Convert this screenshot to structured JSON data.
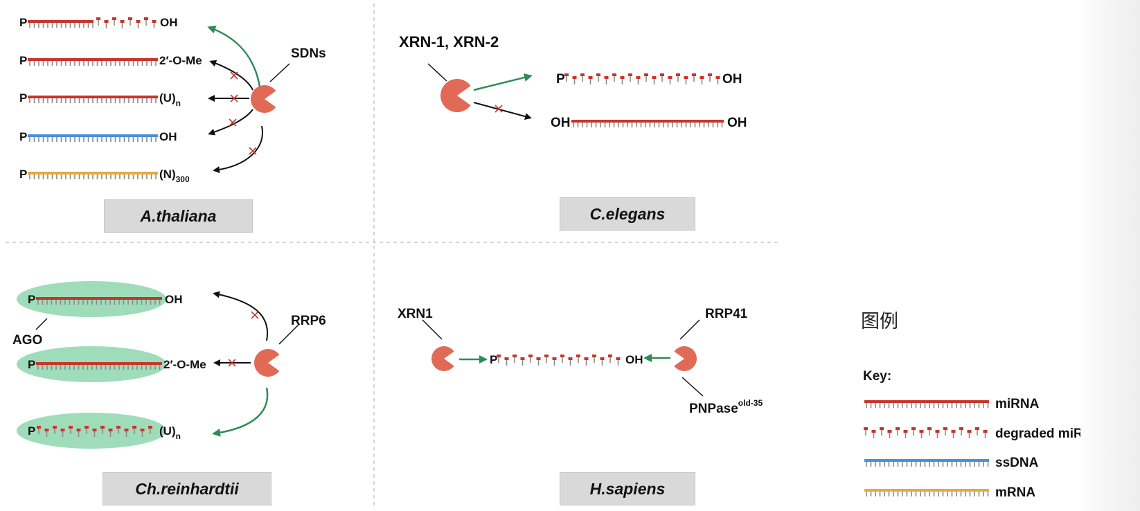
{
  "panels": {
    "thaliana": {
      "title": "A.thaliana",
      "enzyme": "SDNs",
      "p": "P",
      "rows": {
        "r1_end": "OH",
        "r2_end": "2′-O-Me",
        "r3_end": "(U)",
        "r3_sub": "n",
        "r4_end": "OH",
        "r5_end": "(N)",
        "r5_sub": "300"
      }
    },
    "elegans": {
      "title": "C.elegans",
      "enzyme": "XRN-1, XRN-2",
      "p": "P",
      "row1_end": "OH",
      "row2_start": "OH",
      "row2_end": "OH"
    },
    "reinhardtii": {
      "title": "Ch.reinhardtii",
      "enzyme": "RRP6",
      "ago": "AGO",
      "p": "P",
      "row1_end": "OH",
      "row2_end": "2′-O-Me",
      "row3_end": "(U)",
      "row3_sub": "n"
    },
    "sapiens": {
      "title": "H.sapiens",
      "enzyme_left": "XRN1",
      "enzyme_right": "RRP41",
      "enzyme_bottom": "PNPase",
      "enzyme_bottom_sup": "old-35",
      "p": "P",
      "row_end": "OH"
    }
  },
  "legend": {
    "title_cn": "图例",
    "key": "Key:",
    "items": [
      "miRNA",
      "degraded miRNA",
      "ssDNA",
      "mRNA"
    ]
  },
  "colors": {
    "mirna": "#c8352b",
    "degraded": "#c8352b",
    "ssdna": "#4a90d9",
    "mrna": "#e8a93a",
    "enzyme": "#e06a55",
    "ago": "#7fd1a3",
    "green_arrow": "#2e8b57",
    "block": "#c8352b"
  }
}
